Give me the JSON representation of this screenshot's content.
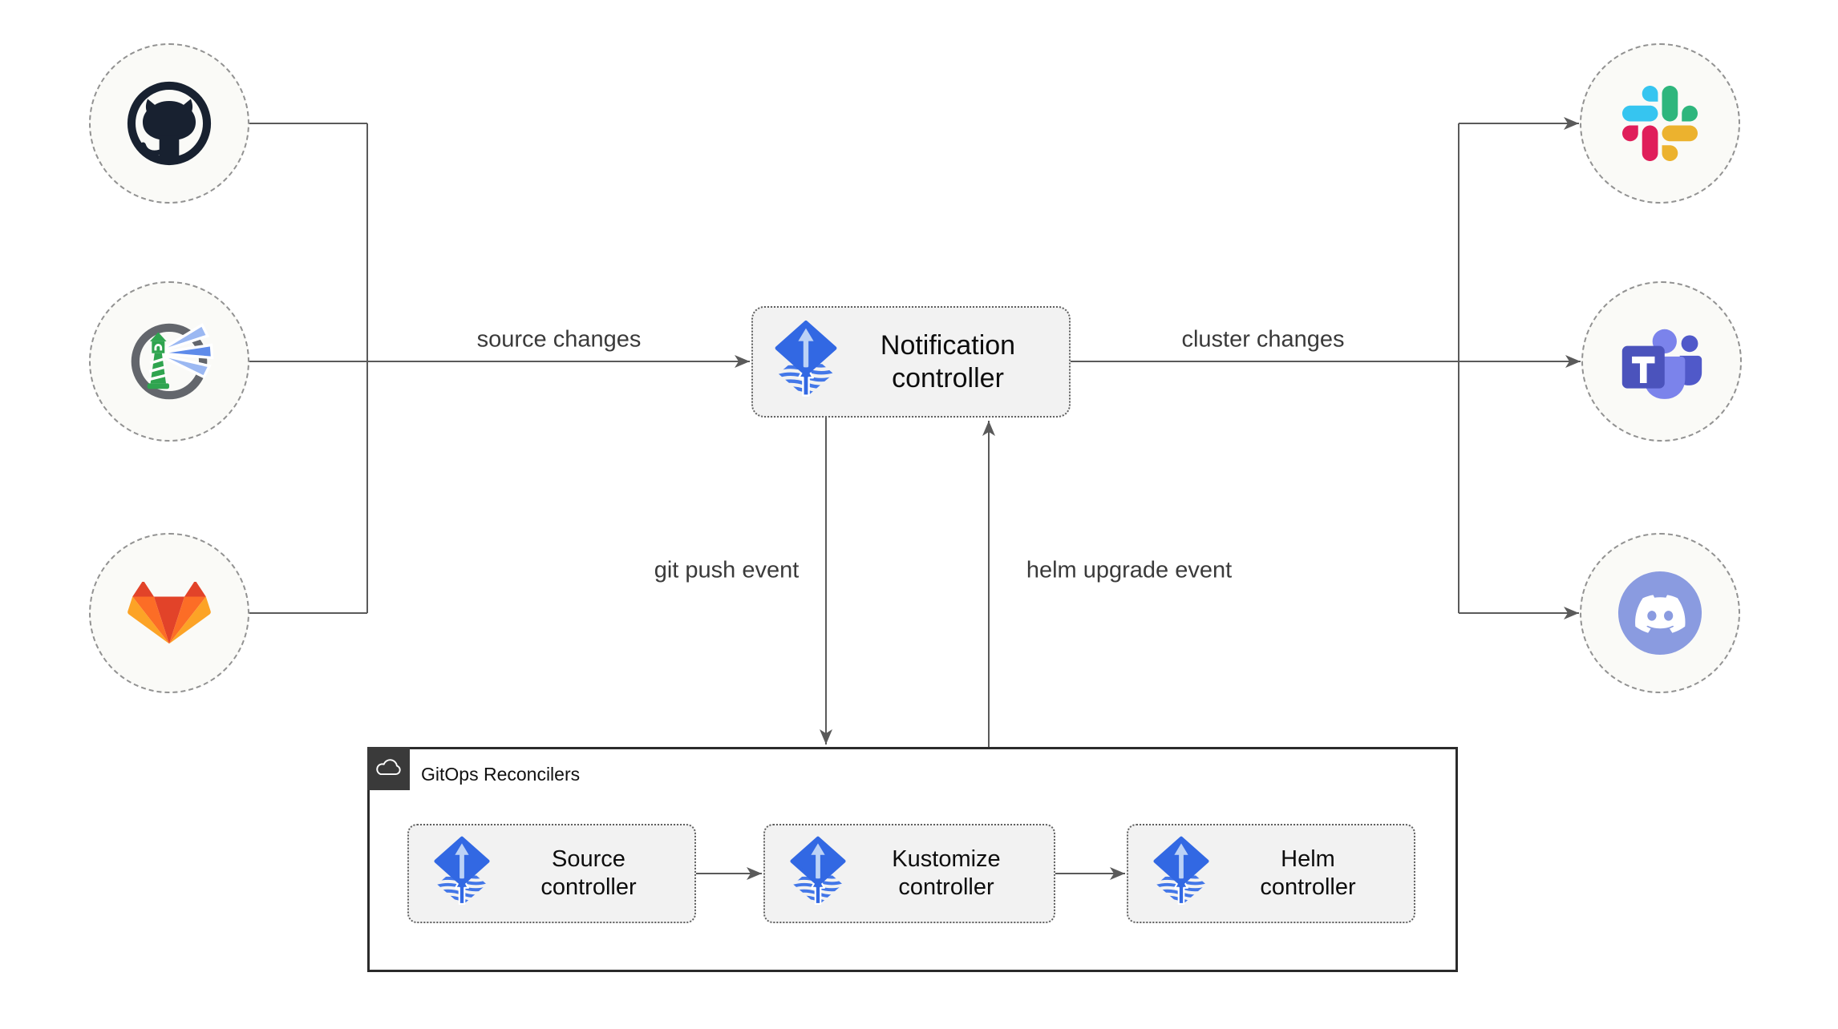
{
  "diagram": {
    "edge_labels": {
      "source_changes": "source changes",
      "cluster_changes": "cluster changes",
      "git_push_event": "git push event",
      "helm_upgrade_event": "helm upgrade event"
    },
    "nodes": {
      "notification": {
        "label": "Notification controller",
        "icon": "flux-icon"
      },
      "source": {
        "label": "Source controller",
        "icon": "flux-icon"
      },
      "kustomize": {
        "label": "Kustomize controller",
        "icon": "flux-icon"
      },
      "helm": {
        "label": "Helm controller",
        "icon": "flux-icon"
      }
    },
    "group": {
      "title": "GitOps Reconcilers",
      "icon": "cloud-icon"
    },
    "endpoints": {
      "left": [
        {
          "icon": "github-icon"
        },
        {
          "icon": "harbor-icon"
        },
        {
          "icon": "gitlab-icon"
        }
      ],
      "right": [
        {
          "icon": "slack-icon"
        },
        {
          "icon": "teams-icon"
        },
        {
          "icon": "discord-icon"
        }
      ]
    },
    "colors": {
      "flux_blue": "#3268E3",
      "connector": "#5A5A5A",
      "node_fill": "#F2F2F2",
      "endpoint_fill": "#FAFAF7",
      "group_border": "#2B2B2B",
      "group_badge": "#3A3A3A"
    }
  }
}
